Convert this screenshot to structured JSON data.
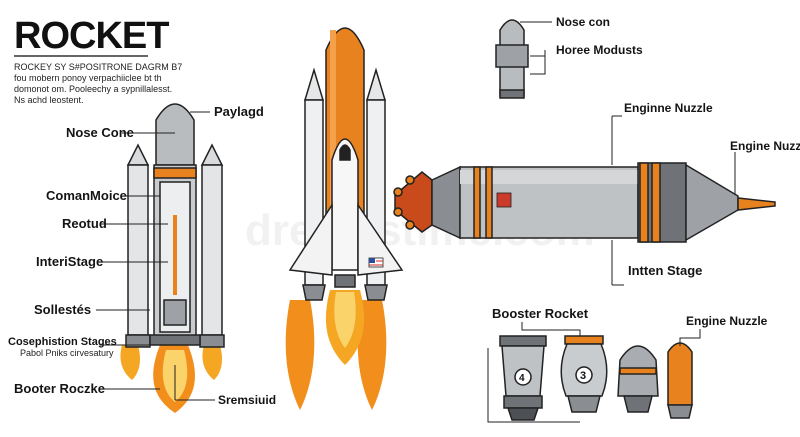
{
  "header": {
    "title": "ROCKET",
    "subtitle_lines": [
      "ROCKEY SY S#POSITRONE DAGRM B7",
      "fou mobern ponoy verpachiiclee bt th",
      "domonot om. Pooleechy a sypnillalesst.",
      "Ns achd leostent."
    ]
  },
  "labels_left": {
    "payload": "Paylagd",
    "nose_cone": "Nose Cone",
    "command_module": "ComanMoice",
    "reotud": "Reotud",
    "interstage": "InteriStage",
    "sollestes": "Sollestés",
    "coseph_stages": "Cosephistion Stages",
    "coseph_sub": "Pabol Pniks cirvesatury",
    "booster_left": "Booter Roczke",
    "sremsiuid": "Sremsiuid"
  },
  "labels_right": {
    "nose_con_top": "Nose con",
    "horee_modusts": "Horee Modusts",
    "engine_nozzle_1": "Enginne Nuzzle",
    "engine_nozzle_2": "Engine Nuzzle",
    "inter_stage": "Intten Stage",
    "booster_rocket": "Booster Rocket",
    "engine_nozzle_3": "Engine Nuzzle"
  },
  "booster_numbers": [
    "4",
    "3"
  ],
  "watermark": "dreamstime.com",
  "colors": {
    "orange": "#e8821e",
    "gray": "#b9bcbf",
    "dark_gray": "#6f7378",
    "outline": "#222222",
    "flame_yellow": "#f7b733"
  }
}
